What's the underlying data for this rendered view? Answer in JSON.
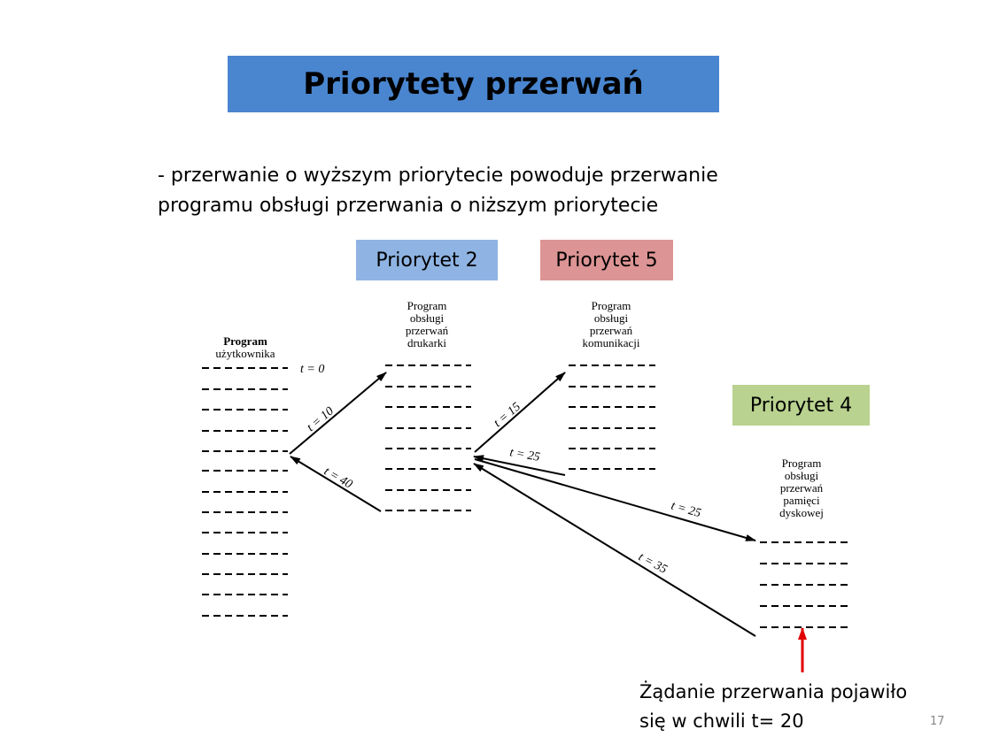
{
  "title": "Priorytety przerwań",
  "bullet": {
    "line1": "- przerwanie o wyższym priorytecie powoduje przerwanie",
    "line2": "programu obsługi przerwania o niższym priorytecie"
  },
  "priorities": [
    {
      "label": "Priorytet 2",
      "color": "#8fb4e3"
    },
    {
      "label": "Priorytet 5",
      "color": "#dc9494"
    },
    {
      "label": "Priorytet 4",
      "color": "#b9d28f"
    }
  ],
  "programs": {
    "user": [
      "Program",
      "użytkownika"
    ],
    "printer": [
      "Program",
      "obsługi",
      "przerwań",
      "drukarki"
    ],
    "comm": [
      "Program",
      "obsługi",
      "przerwań",
      "komunikacji"
    ],
    "disk": [
      "Program",
      "obsługi",
      "przerwań",
      "pamięci",
      "dyskowej"
    ]
  },
  "time_labels": {
    "t0": "t = 0",
    "t10": "t = 10",
    "t40": "t = 40",
    "t15": "t = 15",
    "t25a": "t = 25",
    "t25b": "t = 25",
    "t35": "t = 35"
  },
  "request": {
    "line1": "Żądanie przerwania pojawiło",
    "line2": "się w chwili t= 20"
  },
  "page_number": "17",
  "colors": {
    "title_bg": "#4a86d0",
    "request_arrow": "#e00000"
  }
}
